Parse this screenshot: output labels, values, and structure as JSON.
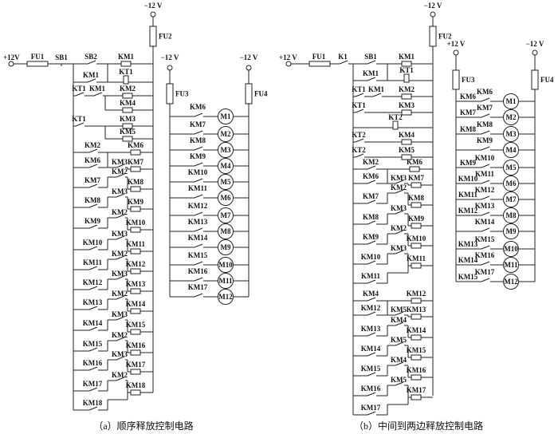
{
  "circuit_a": {
    "caption": "（a）顺序释放控制电路",
    "pos_supply": "+12V",
    "neg_supply": "−12 V",
    "motor_supply_left": "−12 V",
    "motor_supply_right": "−12 V",
    "fuses": [
      "FU1",
      "FU2",
      "FU3",
      "FU4"
    ],
    "switches": [
      "SB1",
      "SB2"
    ],
    "top_rungs": {
      "km1_coil": "KM1",
      "km1_hold": "KM1",
      "kt1_coil": "KT1",
      "kt1_contact": "KT1",
      "km1_contact": "KM1",
      "km2_coil": "KM2",
      "km4_coil": "KM4",
      "kt1_contact_2": "KT1",
      "km3_coil": "KM3",
      "km5_coil": "KM5",
      "km2_contact": "KM2",
      "km6_coil": "KM6"
    },
    "chain": [
      {
        "hold": "KM6",
        "interlock": "KM3",
        "coil": "KM7"
      },
      {
        "hold": "KM7",
        "interlock": "KM2",
        "coil": "KM8"
      },
      {
        "hold": "KM8",
        "interlock": "KM3",
        "coil": "KM9"
      },
      {
        "hold": "KM9",
        "interlock": "KM2",
        "coil": "KM10"
      },
      {
        "hold": "KM10",
        "interlock": "KM3",
        "coil": "KM11"
      },
      {
        "hold": "KM11",
        "interlock": "KM2",
        "coil": "KM12"
      },
      {
        "hold": "KM12",
        "interlock": "KM3",
        "coil": "KM13"
      },
      {
        "hold": "KM13",
        "interlock": "KM2",
        "coil": "KM14"
      },
      {
        "hold": "KM14",
        "interlock": "KM3",
        "coil": "KM15"
      },
      {
        "hold": "KM15",
        "interlock": "KM2",
        "coil": "KM16"
      },
      {
        "hold": "KM16",
        "interlock": "KM3",
        "coil": "KM17"
      },
      {
        "hold": "KM17",
        "interlock": "KM2",
        "coil": "KM18"
      }
    ],
    "last_hold": "KM18",
    "motors": [
      {
        "contact": "KM6",
        "motor": "M1"
      },
      {
        "contact": "KM7",
        "motor": "M2"
      },
      {
        "contact": "KM8",
        "motor": "M3"
      },
      {
        "contact": "KM9",
        "motor": "M4"
      },
      {
        "contact": "KM10",
        "motor": "M5"
      },
      {
        "contact": "KM11",
        "motor": "M6"
      },
      {
        "contact": "KM12",
        "motor": "M7"
      },
      {
        "contact": "KM13",
        "motor": "M8"
      },
      {
        "contact": "KM14",
        "motor": "M9"
      },
      {
        "contact": "KM15",
        "motor": "M10"
      },
      {
        "contact": "KM16",
        "motor": "M11"
      },
      {
        "contact": "KM17",
        "motor": "M12"
      }
    ]
  },
  "circuit_b": {
    "caption": "（b）中间到两边释放控制电路",
    "pos_supply": "+12 V",
    "neg_supply": "−12 V",
    "motor_supply_left": "+12 V",
    "motor_supply_right": "−12 V",
    "fuses": [
      "FU1",
      "FU2",
      "FU3",
      "FU4"
    ],
    "switches": [
      "K1",
      "SB1"
    ],
    "top_rungs": {
      "km1_coil": "KM1",
      "km1_hold": "KM1",
      "kt1_coil": "KT1",
      "kt1_contact": "KT1",
      "km1_contact": "KM1",
      "km2_coil": "KM2",
      "kt1_contact_2": "KT1",
      "km3_coil": "KM3",
      "kt2_coil": "KT2",
      "kt2_contact": "KT2",
      "km4_coil": "KM4",
      "kt2_contact_2": "KT2",
      "km5_coil": "KM5",
      "km2_contact": "KM2",
      "km6_coil": "KM6"
    },
    "chain_upper": [
      {
        "hold": "KM6",
        "interlock": "KM3",
        "coil": "KM7"
      },
      {
        "hold": "KM7",
        "interlock": "KM2",
        "coil": "KM8"
      },
      {
        "hold": "KM8",
        "interlock": "KM3",
        "coil": "KM9"
      },
      {
        "hold": "KM9",
        "interlock": "KM2",
        "coil": "KM10"
      },
      {
        "hold": "KM10",
        "interlock": "KM3",
        "coil": "KM11"
      }
    ],
    "upper_last_hold": "KM11",
    "km4_contact": "KM4",
    "km12_coil": "KM12",
    "chain_lower": [
      {
        "hold": "KM12",
        "interlock": "KM5",
        "coil": "KM13"
      },
      {
        "hold": "KM13",
        "interlock": "KM4",
        "coil": "KM14"
      },
      {
        "hold": "KM14",
        "interlock": "KM5",
        "coil": "KM15"
      },
      {
        "hold": "KM15",
        "interlock": "KM4",
        "coil": "KM16"
      },
      {
        "hold": "KM16",
        "interlock": "KM5",
        "coil": "KM17"
      }
    ],
    "lower_last_hold": "KM17",
    "motors": [
      {
        "hold": "KM6",
        "contact": "KM6",
        "motor": "M1"
      },
      {
        "hold": "KM7",
        "contact": "KM7",
        "motor": "M2"
      },
      {
        "hold": "KM8",
        "contact": "KM8",
        "motor": "M3"
      },
      {
        "hold": "",
        "contact": "KM9",
        "motor": "M4"
      },
      {
        "hold": "KM9",
        "contact": "KM10",
        "motor": "M5"
      },
      {
        "hold": "KM10",
        "contact": "KM11",
        "motor": "M6"
      },
      {
        "hold": "KM11",
        "contact": "KM12",
        "motor": "M7"
      },
      {
        "hold": "KM12",
        "contact": "KM13",
        "motor": "M8"
      },
      {
        "hold": "",
        "contact": "KM14",
        "motor": "M9"
      },
      {
        "hold": "KM13",
        "contact": "KM15",
        "motor": "M10"
      },
      {
        "hold": "KM14",
        "contact": "KM16",
        "motor": "M11"
      },
      {
        "hold": "KM15",
        "contact": "KM17",
        "motor": "M12"
      }
    ]
  }
}
